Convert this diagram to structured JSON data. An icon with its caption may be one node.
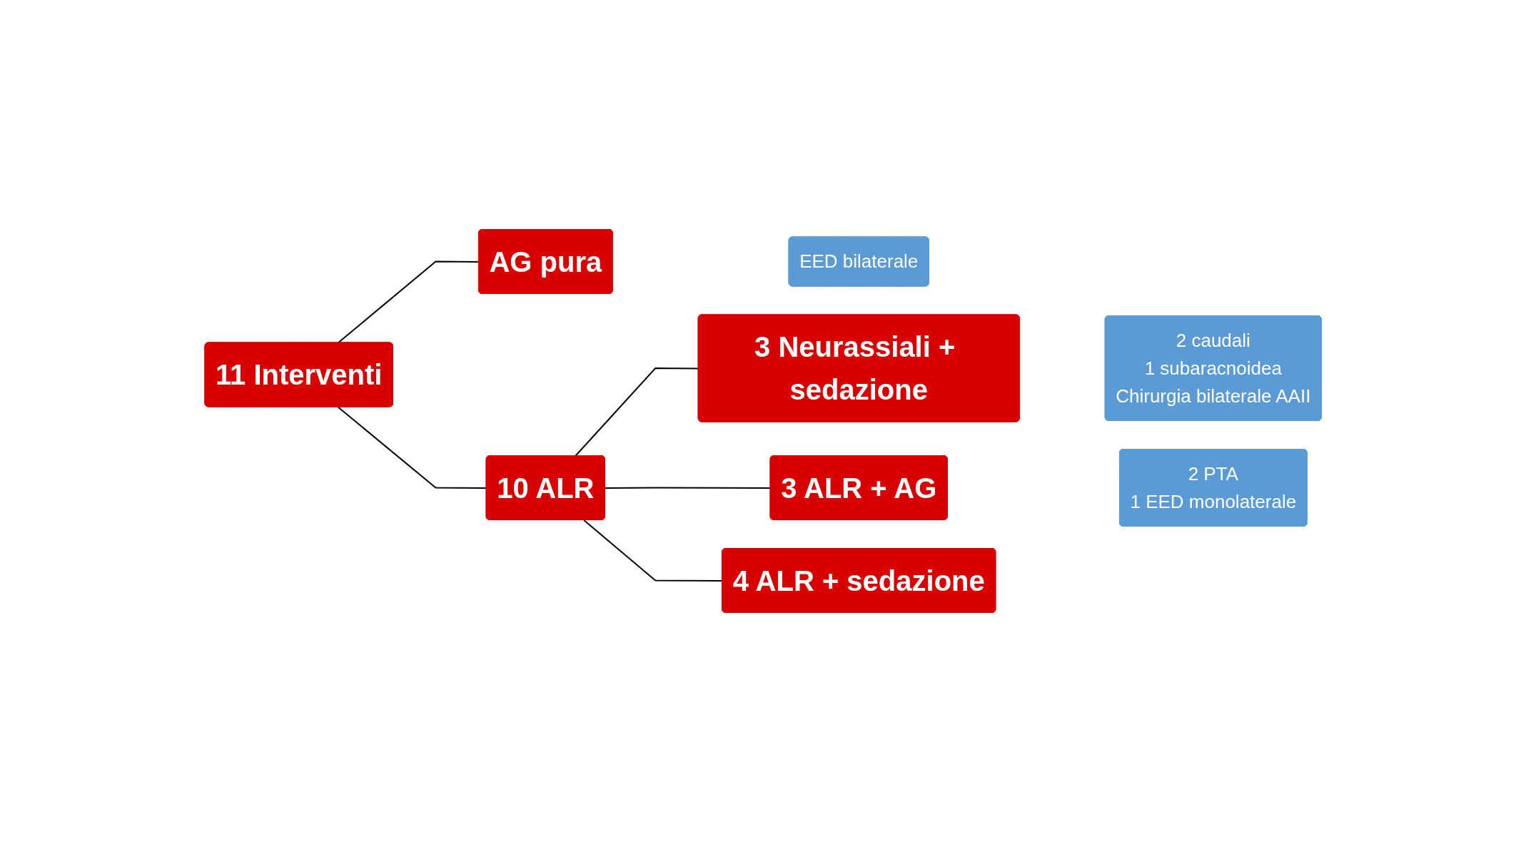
{
  "diagram": {
    "nodes": [
      {
        "text": [
          "11 Interventi"
        ]
      },
      {
        "text": [
          "AG pura"
        ]
      },
      {
        "text": [
          "EED bilaterale"
        ]
      },
      {
        "text": [
          "10 ALR"
        ]
      },
      {
        "text": [
          "3 Neurassiali + sedazione"
        ]
      },
      {
        "text": [
          "2 caudali",
          "1 subaracnoidea",
          "Chirurgia bilaterale AAII"
        ]
      },
      {
        "text": [
          "3 ALR + AG"
        ]
      },
      {
        "text": [
          "2 PTA",
          "1 EED monolaterale"
        ]
      },
      {
        "text": [
          "4 ALR + sedazione"
        ]
      }
    ],
    "edges": [
      {
        "from": 0,
        "to": 1,
        "arrow": "none"
      },
      {
        "from": 0,
        "to": 3,
        "arrow": "none"
      },
      {
        "from": 3,
        "to": 4,
        "arrow": "none"
      },
      {
        "from": 3,
        "to": 6,
        "arrow": "none"
      },
      {
        "from": 3,
        "to": 8,
        "arrow": "none"
      }
    ]
  }
}
